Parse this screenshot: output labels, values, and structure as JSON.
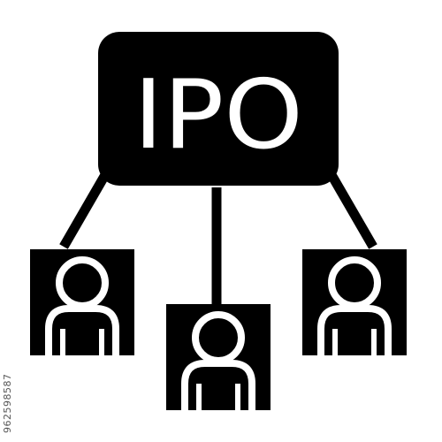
{
  "icon": {
    "name": "ipo-network-icon",
    "label": "IPO",
    "colors": {
      "foreground": "#000000",
      "background": "#ffffff"
    },
    "people_count": 3
  },
  "watermark": {
    "id_text": "962598587"
  }
}
